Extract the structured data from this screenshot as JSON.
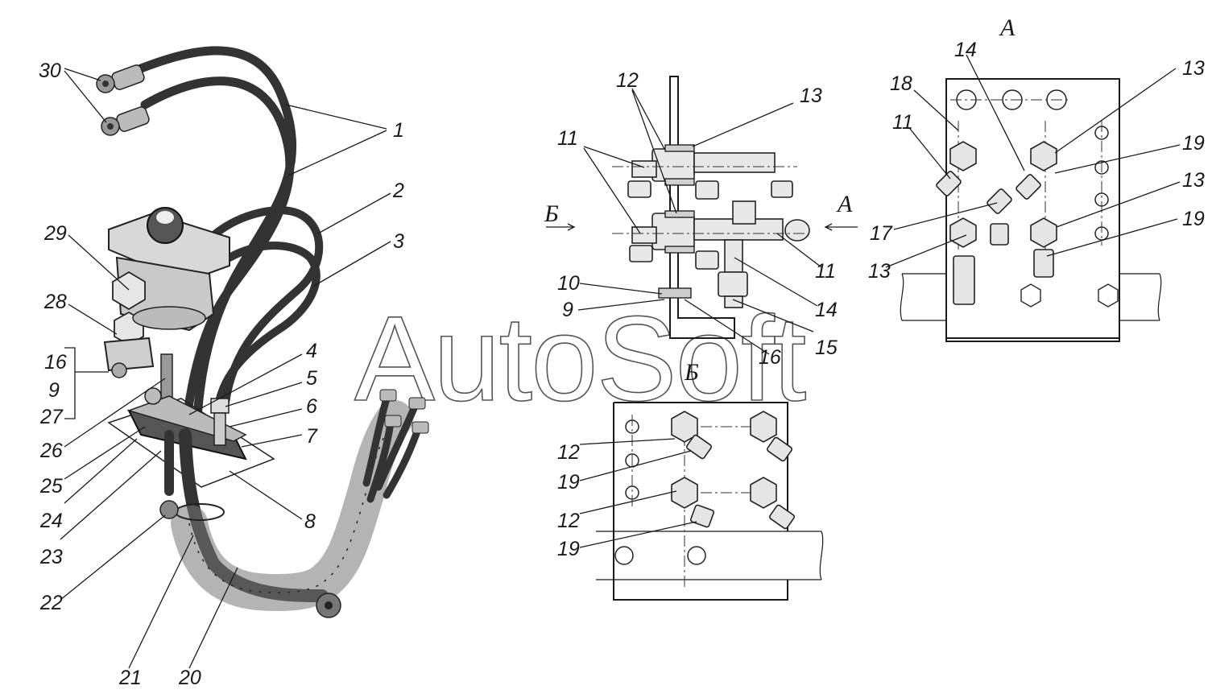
{
  "watermark": "AutoSoft",
  "view_labels": {
    "view_a": "А",
    "view_b": "Б",
    "arrow_a": "А",
    "arrow_b": "Б"
  },
  "callouts_left": [
    "30",
    "1",
    "2",
    "3",
    "29",
    "28",
    "16",
    "9",
    "27",
    "26",
    "4",
    "5",
    "6",
    "7",
    "25",
    "24",
    "23",
    "8",
    "22",
    "21",
    "20"
  ],
  "callouts_middle": [
    "12",
    "13",
    "11",
    "11",
    "10",
    "9",
    "16",
    "14",
    "15"
  ],
  "callouts_right": [
    "14",
    "18",
    "13",
    "11",
    "19",
    "13",
    "17",
    "19",
    "13"
  ],
  "callouts_bottom": [
    "12",
    "19",
    "12",
    "19"
  ]
}
